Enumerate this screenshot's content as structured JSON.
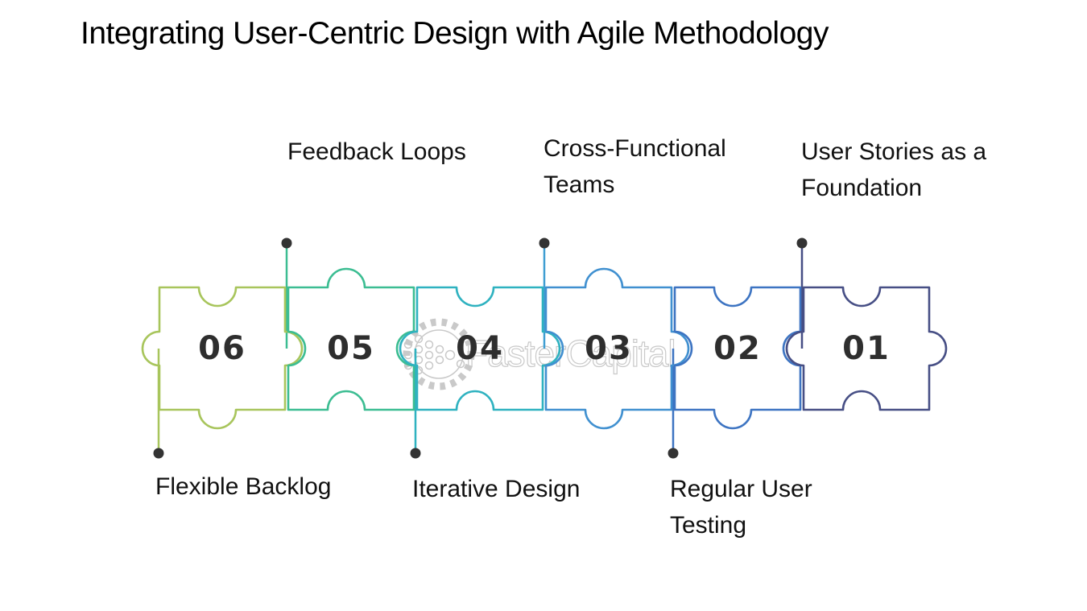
{
  "title": "Integrating User-Centric Design with Agile Methodology",
  "watermark": {
    "text": "FasterCapital"
  },
  "colors": {
    "dot": "#333333",
    "watermark": "#c9c9c9"
  },
  "pieces": [
    {
      "number": "06",
      "color": "#a8c55c"
    },
    {
      "number": "05",
      "color": "#3cbd92"
    },
    {
      "number": "04",
      "color": "#2fb2c0"
    },
    {
      "number": "03",
      "color": "#4090d0"
    },
    {
      "number": "02",
      "color": "#3d74c2"
    },
    {
      "number": "01",
      "color": "#474f85"
    }
  ],
  "callouts": [
    {
      "text": "Feedback Loops",
      "side": "top",
      "connector_color": "#3cbd92"
    },
    {
      "text": "Cross-Functional Teams",
      "side": "top",
      "connector_color": "#3f9ed2"
    },
    {
      "text": "User Stories as a Foundation",
      "side": "top",
      "connector_color": "#474f85"
    },
    {
      "text": "Flexible Backlog",
      "side": "bottom",
      "connector_color": "#a8c55c"
    },
    {
      "text": "Iterative Design",
      "side": "bottom",
      "connector_color": "#2fb2c0"
    },
    {
      "text": "Regular User Testing",
      "side": "bottom",
      "connector_color": "#3d74c2"
    }
  ]
}
